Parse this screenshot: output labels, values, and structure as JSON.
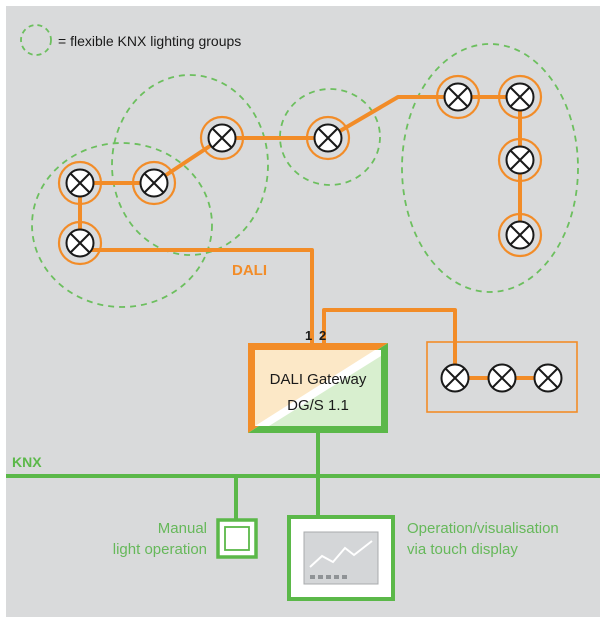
{
  "legend": {
    "text": "= flexible KNX lighting groups"
  },
  "bus": {
    "dali_label": "DALI",
    "knx_label": "KNX",
    "port_1": "1",
    "port_2": "2"
  },
  "gateway": {
    "name_line1": "DALI Gateway",
    "name_line2": "DG/S 1.1"
  },
  "manual": {
    "line1": "Manual",
    "line2": "light operation"
  },
  "touch": {
    "line1": "Operation/visualisation",
    "line2": "via touch display"
  },
  "colors": {
    "background": "#d9dadb",
    "dali": "#f28c28",
    "knx": "#5bb849",
    "group_ring": "#6cbf5e",
    "knx_text": "#66b85a",
    "lamp_symbol": "#1a1a1a"
  }
}
